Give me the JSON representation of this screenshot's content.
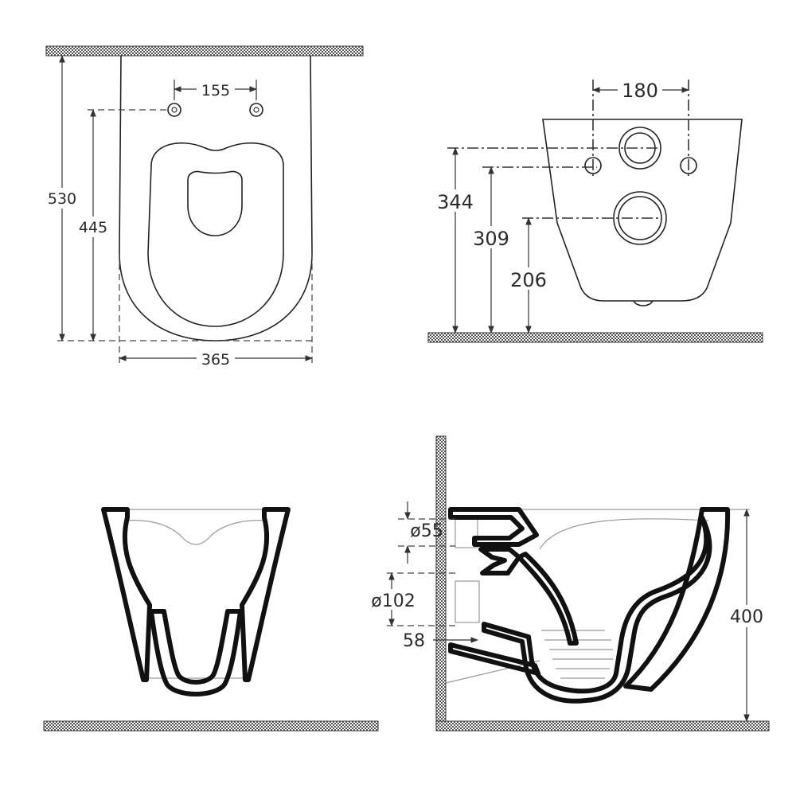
{
  "views": {
    "front": {
      "label_width": "365",
      "label_height": "530",
      "label_fixing_height": "445",
      "label_fixing_spacing": "155"
    },
    "rear": {
      "label_fixing_spacing": "180",
      "label_height_upper": "344",
      "label_height_fixing": "309",
      "label_height_outlet": "206"
    },
    "section_front": {},
    "section_side": {
      "label_inlet_diameter": "ø55",
      "label_outlet_diameter": "ø102",
      "label_outlet_offset": "58",
      "label_rim_height": "400"
    }
  },
  "colors": {
    "line": "#111111",
    "dimension_line": "#333333",
    "background": "#ffffff"
  }
}
